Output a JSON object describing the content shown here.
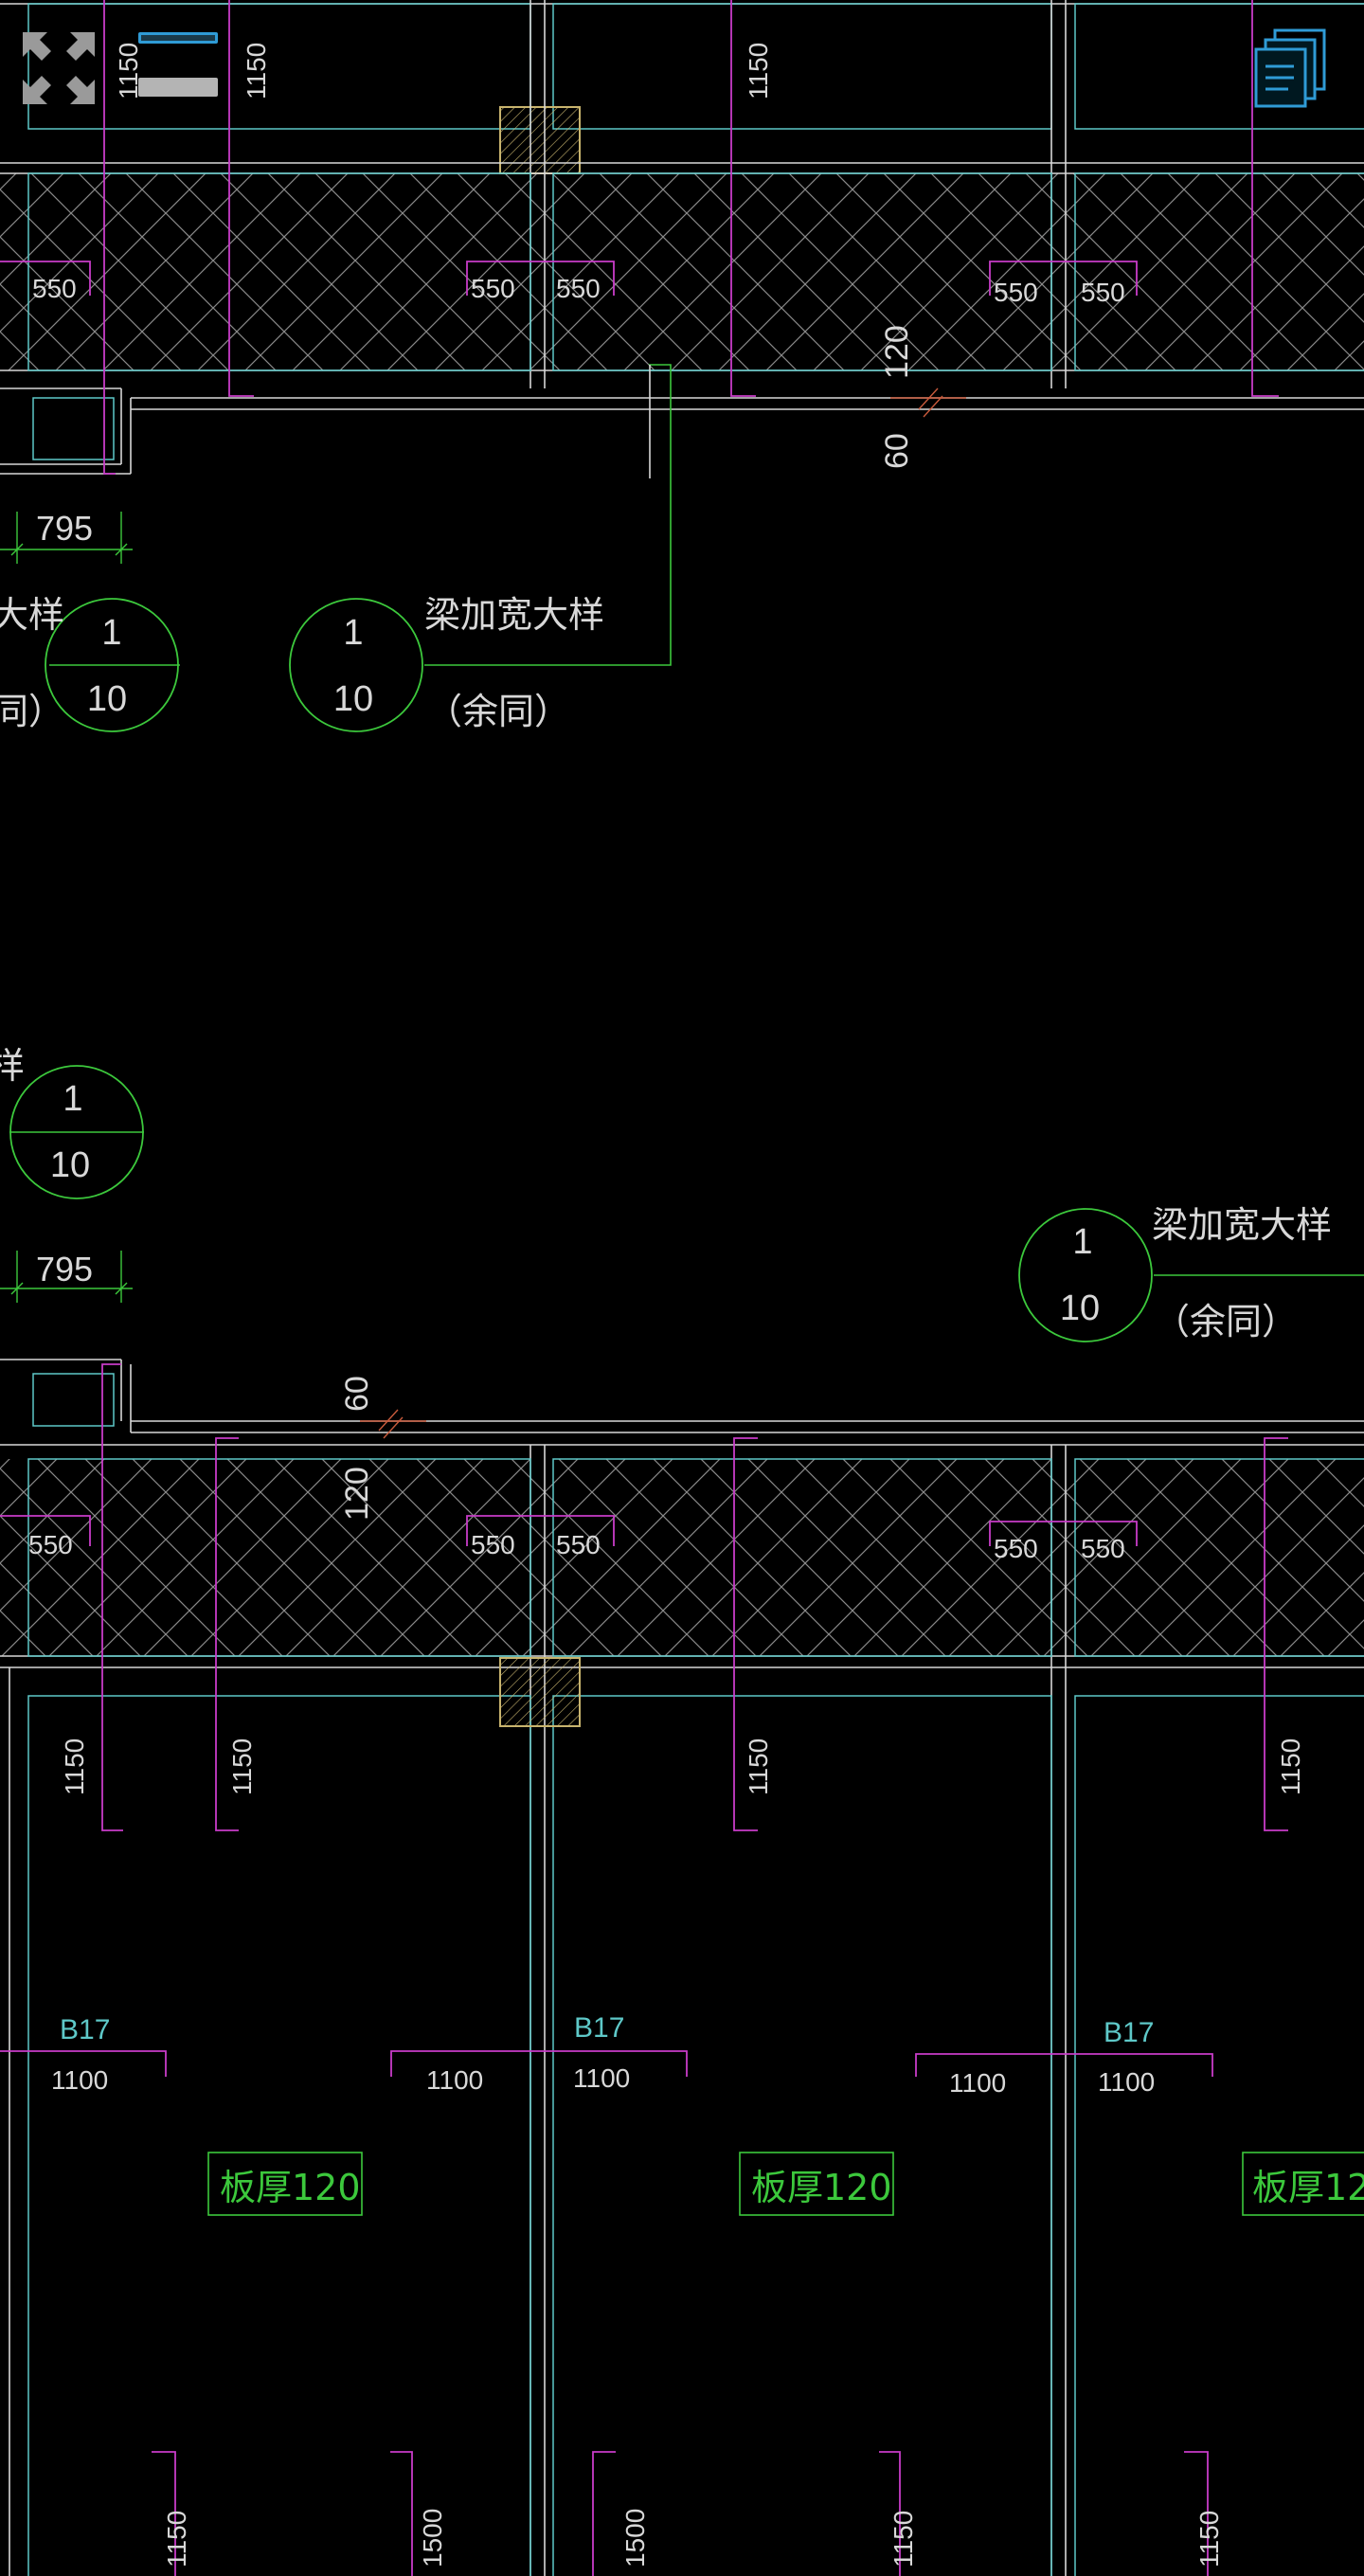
{
  "viewer": {
    "fullscreen_icon": "expand-arrows-icon",
    "layers_icon": "stacked-pages-icon",
    "toolbar_colors": {
      "accent": "#2f9bd6",
      "bar": "#b4b4b4",
      "icon": "#9a9a9a"
    }
  },
  "colors": {
    "background": "#000000",
    "wall": "#d8d8d8",
    "cyan": "#5ec8c8",
    "magenta": "#c83cc8",
    "green": "#3cc83c",
    "hatch": "#8a8a8a",
    "column": "#c8b46e",
    "dim_red": "#c85a3c"
  },
  "labels": {
    "dim_1150": "1150",
    "dim_1500": "1500",
    "dim_550": "550",
    "dim_120": "120",
    "dim_60": "60",
    "dim_795": "795",
    "dim_1100": "1100",
    "beam_b17": "B17",
    "detail_num": "1",
    "detail_sheet": "10",
    "detail_title": "梁加宽大样",
    "detail_note": "（余同）",
    "detail_title_cut": "大样",
    "detail_note_cut": "同）",
    "detail_title_cut2": "样",
    "slab_thickness": "板厚120"
  }
}
